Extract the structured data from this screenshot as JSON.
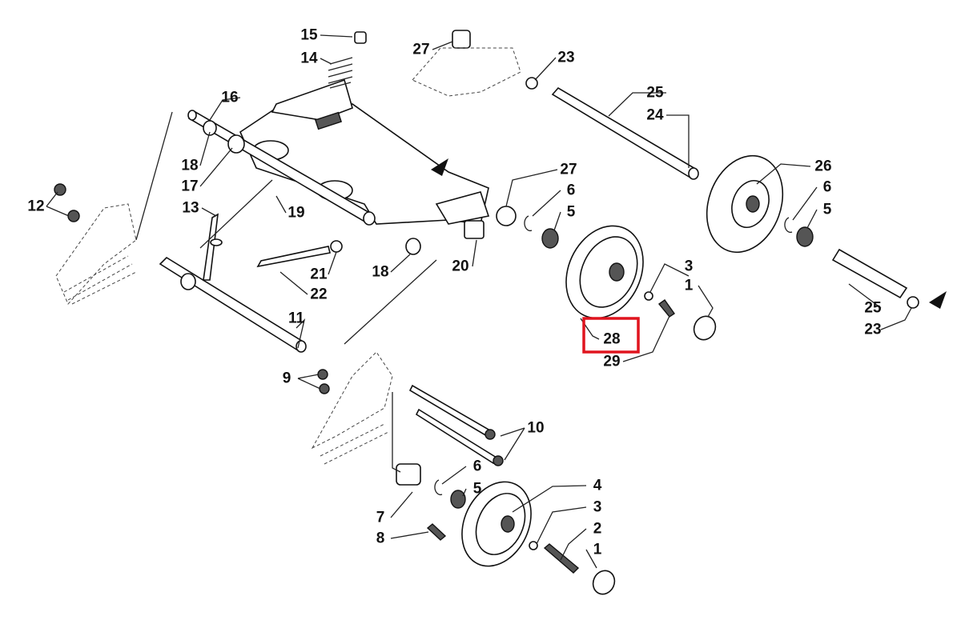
{
  "diagram": {
    "title": "Idler wheel / rear arm parts exploded view",
    "highlight_color": "#e0141e",
    "highlighted_callout": "28",
    "callouts": {
      "c15": "15",
      "c14": "14",
      "c16": "16",
      "c27a": "27",
      "c23a": "23",
      "c25a": "25",
      "c24": "24",
      "c26": "26",
      "c18a": "18",
      "c17": "17",
      "c27b": "27",
      "c6a": "6",
      "c5a": "5",
      "c6b": "6",
      "c5b": "5",
      "c12": "12",
      "c13": "13",
      "c19": "19",
      "c21": "21",
      "c18b": "18",
      "c20": "20",
      "c22": "22",
      "c3a": "3",
      "c1a": "1",
      "c28": "28",
      "c29": "29",
      "c25b": "25",
      "c23b": "23",
      "c11": "11",
      "c9": "9",
      "c10": "10",
      "c6c": "6",
      "c5c": "5",
      "c4": "4",
      "c3b": "3",
      "c2": "2",
      "c7": "7",
      "c8": "8",
      "c1b": "1"
    }
  }
}
